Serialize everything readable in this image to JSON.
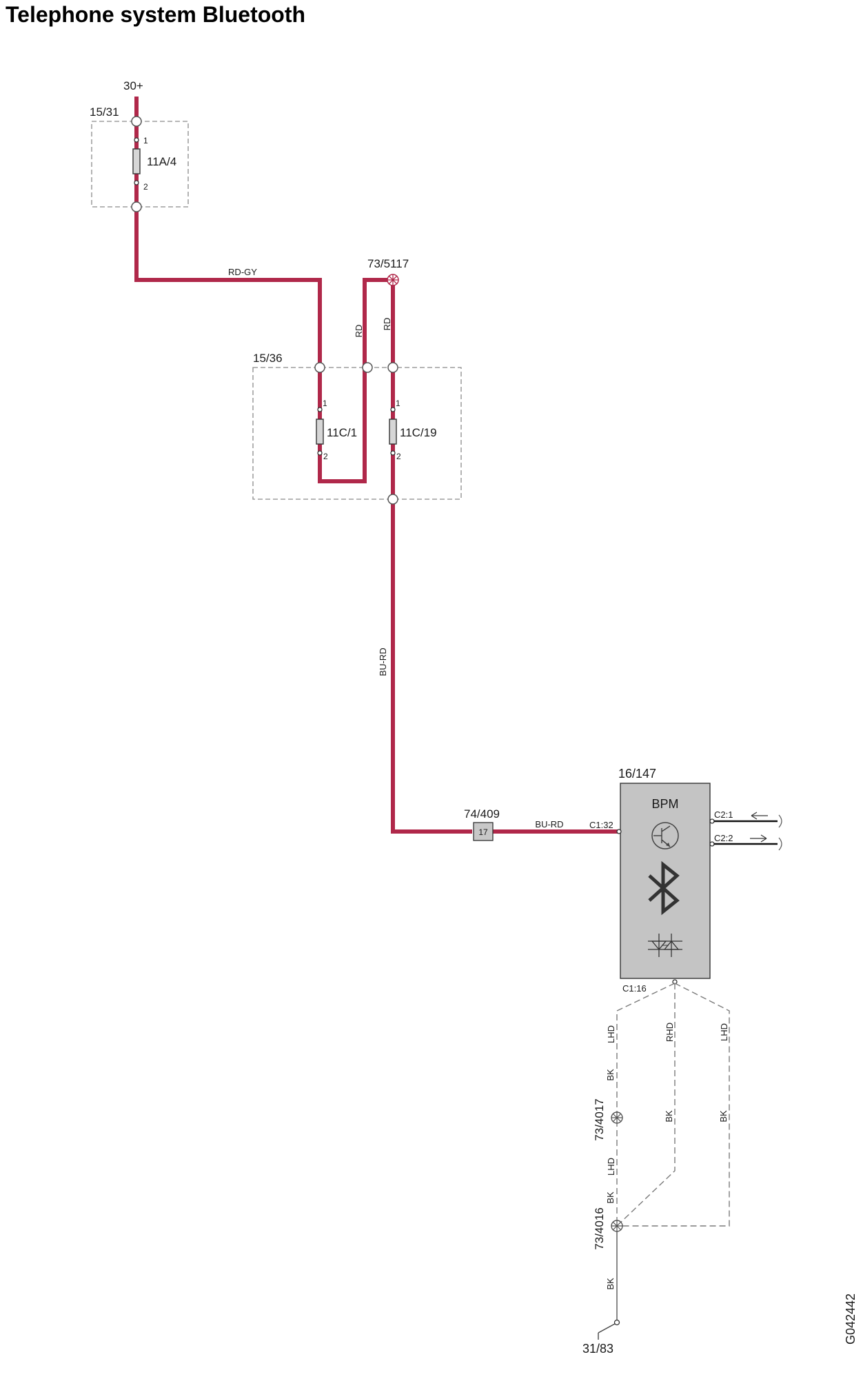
{
  "title": "Telephone system Bluetooth",
  "colors": {
    "wire_red": "#b0284a",
    "module_fill": "#c4c4c4",
    "ground_dash": "#7a7a7a"
  },
  "supply": {
    "label": "30+"
  },
  "fusebox_1": {
    "id": "15/31",
    "fuse": "11A/4",
    "pin_in": "1",
    "pin_out": "2"
  },
  "fusebox_2": {
    "id": "15/36",
    "fuse_left": "11C/1",
    "fuse_right": "11C/19",
    "pin_left_in": "1",
    "pin_left_out": "2",
    "pin_right_in": "1",
    "pin_right_out": "2"
  },
  "junction_top": "73/5117",
  "wires": {
    "w1": "RD-GY",
    "w2": "RD",
    "w3": "RD",
    "w4": "BU-RD",
    "w5": "BU-RD"
  },
  "connector": {
    "id": "74/409",
    "pin": "17"
  },
  "module": {
    "id": "16/147",
    "name": "BPM",
    "pin_c1_32": "C1:32",
    "pin_c1_16": "C1:16",
    "pin_c2_1": "C2:1",
    "pin_c2_2": "C2:2",
    "icons": [
      "transistor-icon",
      "bluetooth-icon",
      "diode-pair-icon"
    ]
  },
  "ground": {
    "lhd_1": "LHD",
    "rhd": "RHD",
    "lhd_2": "LHD",
    "bk_1": "BK",
    "bk_2": "BK",
    "bk_3": "BK",
    "bk_4": "BK",
    "bk_5": "BK",
    "lhd_3": "LHD",
    "splice_1": "73/4017",
    "splice_2": "73/4016",
    "ground_point": "31/83"
  },
  "figure_id": "G042442"
}
